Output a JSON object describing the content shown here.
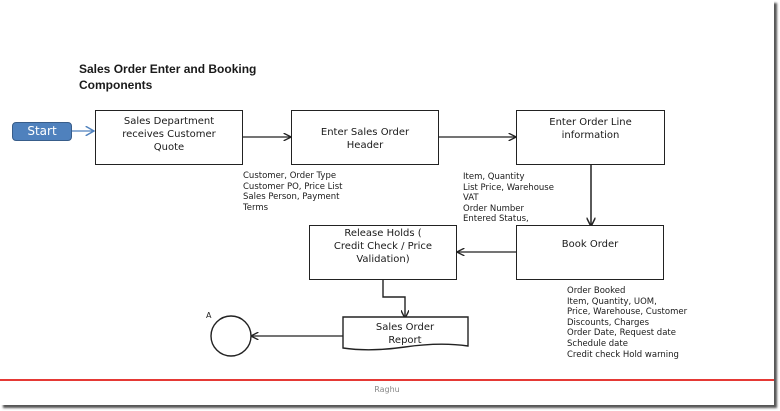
{
  "title": [
    "Sales Order Enter and Booking",
    "Components"
  ],
  "start": {
    "label": "Start"
  },
  "boxes": {
    "sales_dept": [
      "Sales Department",
      "receives  Customer",
      "Quote"
    ],
    "enter_header": [
      "Enter Sales  Order",
      "Header"
    ],
    "enter_line": [
      "Enter Order  Line",
      "information"
    ],
    "book_order": [
      "Book Order"
    ],
    "release_holds": [
      "Release  Holds (",
      "Credit Check / Price",
      "Validation)"
    ],
    "sales_report": [
      "Sales Order",
      "Report"
    ]
  },
  "notes": {
    "header_fields": [
      "Customer, Order Type",
      "Customer PO, Price List",
      "Sales Person, Payment",
      "Terms"
    ],
    "line_fields": [
      "Item, Quantity",
      "List Price, Warehouse",
      "VAT",
      "Order Number",
      "Entered Status,"
    ],
    "booked_fields": [
      "Order Booked",
      "Item, Quantity, UOM,",
      "Price, Warehouse, Customer",
      "Discounts, Charges",
      "Order Date, Request date",
      "Schedule date",
      "Credit check Hold warning"
    ]
  },
  "connector": {
    "label": "A"
  },
  "footer": {
    "author": "Raghu"
  },
  "colors": {
    "start_fill": "#4f81bd",
    "footer_line": "#e53935"
  }
}
